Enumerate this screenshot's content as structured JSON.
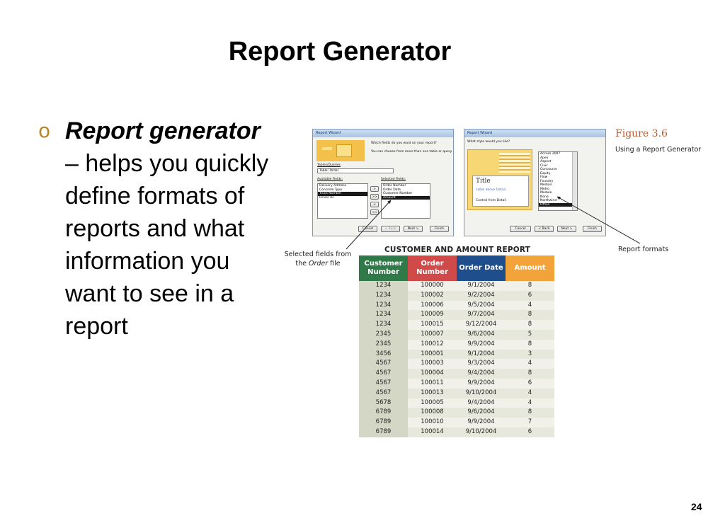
{
  "slide": {
    "title": "Report Generator",
    "bullet_marker": "o",
    "bullet_term": "Report generator",
    "bullet_text": " – helps you quickly define formats of reports and what information you want to see in a report",
    "page_number": "24"
  },
  "figure": {
    "label": "Figure 3.6",
    "caption": "Using a Report Generator",
    "callout_selected": [
      "Selected fields from",
      "the ",
      "Order",
      " file"
    ],
    "callout_formats": "Report formats",
    "wizard1": {
      "title": "Report Wizard",
      "question": "Which fields do you want on your report?",
      "hint": "You can choose from more than one table or query.",
      "tables_label": "Tables/Queries",
      "tables_value": "Table: Order",
      "available_label": "Available Fields:",
      "selected_label": "Selected Fields:",
      "available": [
        "Delivery Address",
        "Concrete Type",
        "Truck Number",
        "Driver ID"
      ],
      "available_selected_index": 2,
      "selected": [
        "Order Number",
        "Order Date",
        "Customer Number",
        "Amount"
      ],
      "selected_selected_index": 3,
      "move_buttons": [
        ">",
        ">>",
        "<",
        "<<"
      ],
      "buttons": [
        "Cancel",
        "< Back",
        "Next >",
        "Finish"
      ]
    },
    "wizard2": {
      "title": "Report Wizard",
      "question": "What style would you like?",
      "preview_title": "Title",
      "preview_line1": "Label above Detail",
      "preview_line2": "Control from Detail",
      "styles": [
        "Access 2007",
        "Apex",
        "Aspect",
        "Civic",
        "Concourse",
        "Equity",
        "Flow",
        "Foundry",
        "Median",
        "Metro",
        "Module",
        "None",
        "Northwind",
        "Office"
      ],
      "selected_style_index": 13,
      "buttons": [
        "Cancel",
        "< Back",
        "Next >",
        "Finish"
      ]
    }
  },
  "report": {
    "title": "CUSTOMER AND AMOUNT REPORT",
    "headers": [
      "Customer Number",
      "Order Number",
      "Order Date",
      "Amount"
    ],
    "header_colors": [
      "#2f7a48",
      "#d14a4a",
      "#1f4e8c",
      "#f2a33a"
    ],
    "rows": [
      [
        "1234",
        "100000",
        "9/1/2004",
        "8"
      ],
      [
        "1234",
        "100002",
        "9/2/2004",
        "6"
      ],
      [
        "1234",
        "100006",
        "9/5/2004",
        "4"
      ],
      [
        "1234",
        "100009",
        "9/7/2004",
        "8"
      ],
      [
        "1234",
        "100015",
        "9/12/2004",
        "8"
      ],
      [
        "2345",
        "100007",
        "9/6/2004",
        "5"
      ],
      [
        "2345",
        "100012",
        "9/9/2004",
        "8"
      ],
      [
        "3456",
        "100001",
        "9/1/2004",
        "3"
      ],
      [
        "4567",
        "100003",
        "9/3/2004",
        "4"
      ],
      [
        "4567",
        "100004",
        "9/4/2004",
        "8"
      ],
      [
        "4567",
        "100011",
        "9/9/2004",
        "6"
      ],
      [
        "4567",
        "100013",
        "9/10/2004",
        "4"
      ],
      [
        "5678",
        "100005",
        "9/4/2004",
        "4"
      ],
      [
        "6789",
        "100008",
        "9/6/2004",
        "8"
      ],
      [
        "6789",
        "100010",
        "9/9/2004",
        "7"
      ],
      [
        "6789",
        "100014",
        "9/10/2004",
        "6"
      ]
    ]
  }
}
